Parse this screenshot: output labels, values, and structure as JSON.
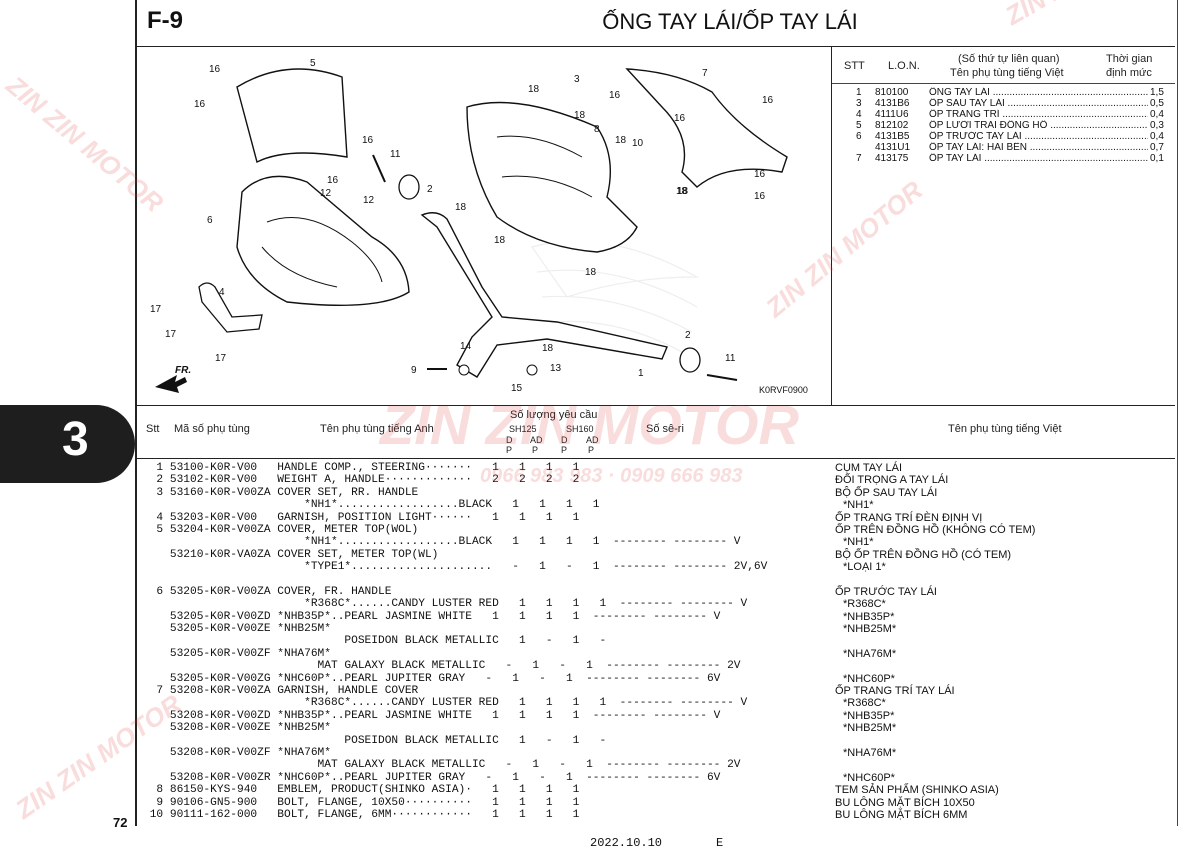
{
  "header": {
    "code": "F-9",
    "title": "ỐNG TAY LÁI/ỐP TAY LÁI"
  },
  "chapter_tab": "3",
  "page_number": "72",
  "footer": {
    "date": "2022.10.10",
    "edition": "E"
  },
  "watermark": {
    "brand": "ZIN ZIN MOTOR",
    "phone": "0966 983 983 · 0909 666 983"
  },
  "diagram": {
    "code": "K0RVF0900",
    "front_label": "FR.",
    "callouts": [
      "16",
      "16",
      "5",
      "16",
      "11",
      "16",
      "12",
      "12",
      "2",
      "6",
      "18",
      "18",
      "18",
      "18",
      "18",
      "18",
      "3",
      "8",
      "18",
      "10",
      "16",
      "7",
      "16",
      "16",
      "16",
      "18",
      "16",
      "4",
      "17",
      "17",
      "17",
      "14",
      "9",
      "15",
      "13",
      "18",
      "1",
      "2",
      "11"
    ]
  },
  "right_table": {
    "headers": {
      "stt": "STT",
      "lon": "L.O.N.",
      "ref_line1": "(Số thứ tự liên quan)",
      "ref_line2": "Tên phụ tùng tiếng Việt",
      "time_line1": "Thời gian",
      "time_line2": "định mức"
    },
    "rows": [
      {
        "stt": "1",
        "lon": "810100",
        "name": "ỐNG TAY LÁI",
        "time": "1,5"
      },
      {
        "stt": "3",
        "lon": "4131B6",
        "name": "ỐP SAU TAY LÁI",
        "time": "0,5"
      },
      {
        "stt": "4",
        "lon": "4111U6",
        "name": "ỐP TRANG TRÍ",
        "time": "0,4"
      },
      {
        "stt": "5",
        "lon": "812102",
        "name": "ỐP LƯỠI TRAI ĐỒNG HỒ",
        "time": "0,3"
      },
      {
        "stt": "6",
        "lon": "4131B5",
        "name": "ỐP TRƯỚC TAY LÁI",
        "time": "0,4"
      },
      {
        "stt": "",
        "lon": "4131U1",
        "name": "ỐP TAY LÁI: HAI BÊN",
        "time": "0,7"
      },
      {
        "stt": "7",
        "lon": "413175",
        "name": "ỐP TAY LÁI",
        "time": "0,1"
      }
    ]
  },
  "parts_header": {
    "stt": "Stt",
    "part_no": "Mã số phụ tùng",
    "name_en": "Tên phụ tùng tiếng Anh",
    "qty": "Số lượng yêu cầu",
    "sh125": "SH125",
    "sh160": "SH160",
    "d1": "D",
    "ad1": "AD",
    "d2": "D",
    "ad2": "AD",
    "p": "P",
    "serial": "Số sê-ri",
    "name_vn": "Tên phụ tùng tiếng Việt"
  },
  "parts_rows": [
    "  1 53100-K0R-V00   HANDLE COMP., STEERING·······   1   1   1   1",
    "  2 53102-K0R-V00   WEIGHT A, HANDLE·············   2   2   2   2",
    "  3 53160-K0R-V00ZA COVER SET, RR. HANDLE",
    "                        *NH1*..................BLACK   1   1   1   1",
    "  4 53203-K0R-V00   GARNISH, POSITION LIGHT······   1   1   1   1",
    "  5 53204-K0R-V00ZA COVER, METER TOP(WOL)",
    "                        *NH1*..................BLACK   1   1   1   1  -------- -------- V",
    "    53210-K0R-VA0ZA COVER SET, METER TOP(WL)",
    "                        *TYPE1*.....................   -   1   -   1  -------- -------- 2V,6V",
    "",
    "  6 53205-K0R-V00ZA COVER, FR. HANDLE",
    "                        *R368C*......CANDY LUSTER RED   1   1   1   1  -------- -------- V",
    "    53205-K0R-V00ZD *NHB35P*..PEARL JASMINE WHITE   1   1   1   1  -------- -------- V",
    "    53205-K0R-V00ZE *NHB25M*",
    "                              POSEIDON BLACK METALLIC   1   -   1   -",
    "    53205-K0R-V00ZF *NHA76M*",
    "                          MAT GALAXY BLACK METALLIC   -   1   -   1  -------- -------- 2V",
    "    53205-K0R-V00ZG *NHC60P*..PEARL JUPITER GRAY   -   1   -   1  -------- -------- 6V",
    "  7 53208-K0R-V00ZA GARNISH, HANDLE COVER",
    "                        *R368C*......CANDY LUSTER RED   1   1   1   1  -------- -------- V",
    "    53208-K0R-V00ZD *NHB35P*..PEARL JASMINE WHITE   1   1   1   1  -------- -------- V",
    "    53208-K0R-V00ZE *NHB25M*",
    "                              POSEIDON BLACK METALLIC   1   -   1   -",
    "    53208-K0R-V00ZF *NHA76M*",
    "                          MAT GALAXY BLACK METALLIC   -   1   -   1  -------- -------- 2V",
    "    53208-K0R-V00ZR *NHC60P*..PEARL JUPITER GRAY   -   1   -   1  -------- -------- 6V",
    "  8 86150-KYS-940   EMBLEM, PRODUCT(SHINKO ASIA)·   1   1   1   1",
    "  9 90106-GN5-900   BOLT, FLANGE, 10X50··········   1   1   1   1",
    " 10 90111-162-000   BOLT, FLANGE, 6MM············   1   1   1   1"
  ],
  "parts_vn": [
    "CỤM TAY LÁI",
    "ĐỐI TRỌNG A TAY LÁI",
    "BỘ ỐP SAU TAY LÁI",
    "*NH1*",
    "ỐP TRANG TRÍ ĐÈN ĐỊNH VỊ",
    "ỐP TRÊN ĐỒNG HỒ (KHÔNG CÓ TEM)",
    "*NH1*",
    "BỘ ỐP TRÊN ĐỒNG HỒ (CÓ TEM)",
    "*LOẠI 1*",
    "",
    "ỐP TRƯỚC TAY LÁI",
    "*R368C*",
    "*NHB35P*",
    "*NHB25M*",
    "",
    "*NHA76M*",
    "",
    "*NHC60P*",
    "ỐP TRANG TRÍ TAY LÁI",
    "*R368C*",
    "*NHB35P*",
    "*NHB25M*",
    "",
    "*NHA76M*",
    "",
    "*NHC60P*",
    "TEM SẢN PHẨM (SHINKO ASIA)",
    "BU LÔNG MẶT BÍCH 10X50",
    "BU LÔNG MẶT BÍCH 6MM"
  ]
}
